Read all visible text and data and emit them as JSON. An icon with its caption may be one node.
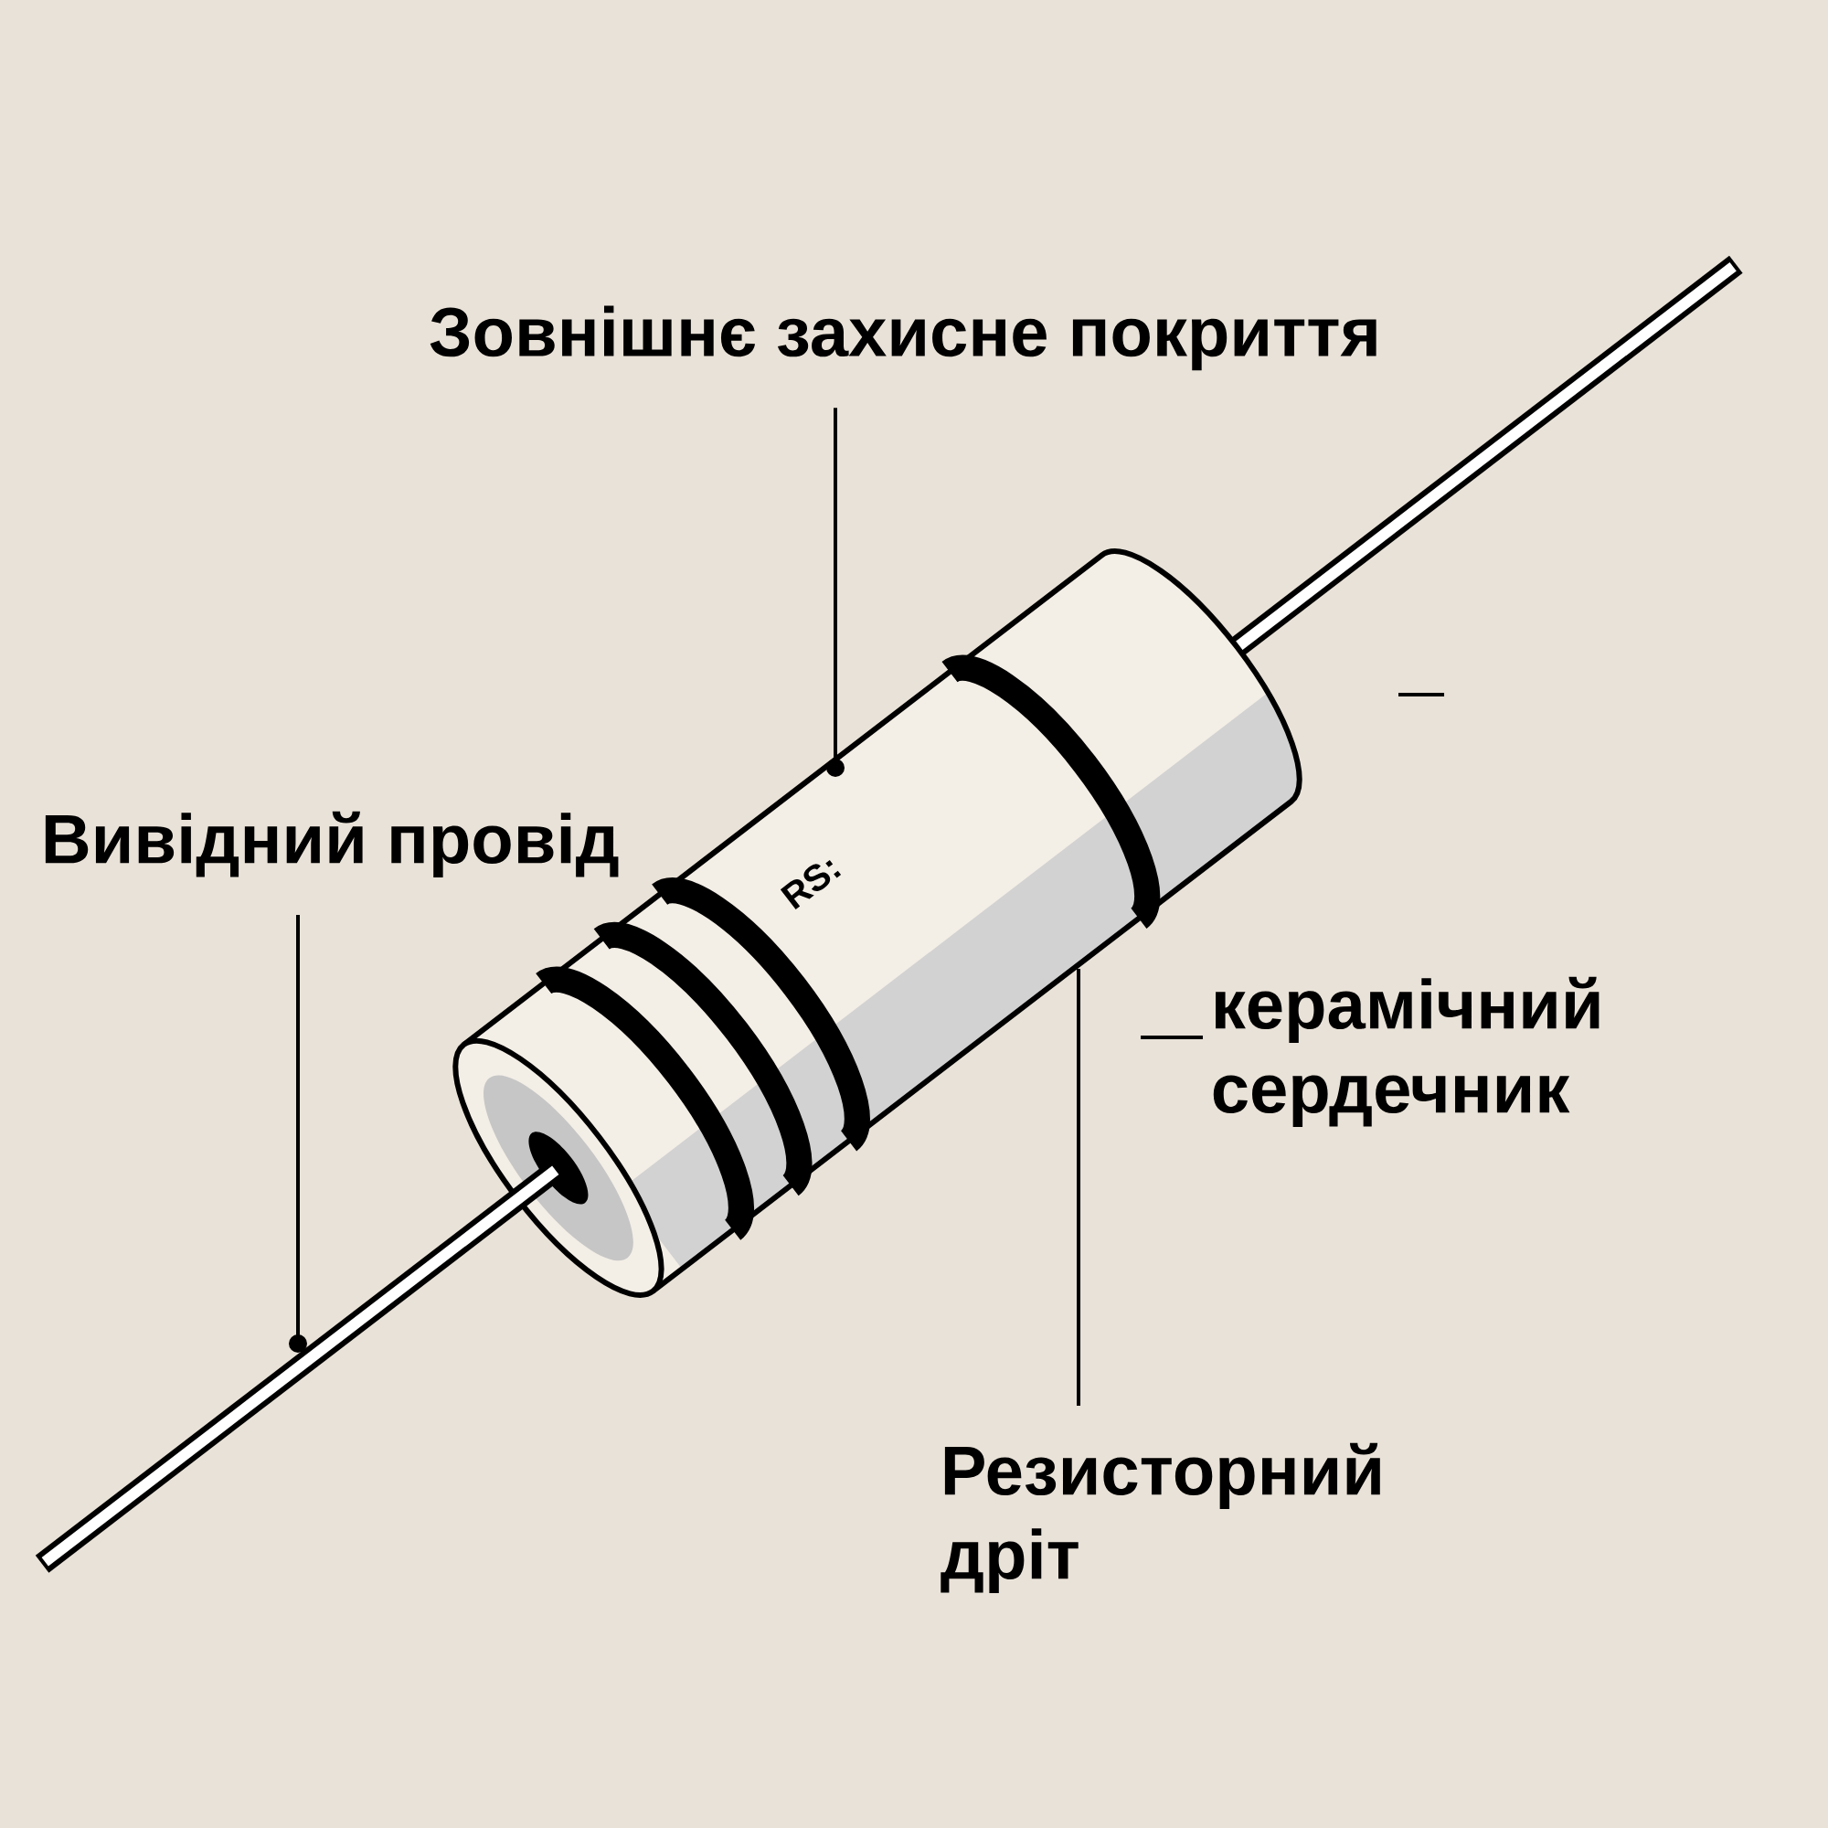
{
  "diagram": {
    "nodes": [
      {
        "text": [
          "Зовнішнє захисне покриття"
        ]
      },
      {
        "text": [
          "Вивідний провід"
        ]
      },
      {
        "text": [
          "керамічний сердечник"
        ]
      },
      {
        "text": [
          "Резисторний дріт"
        ]
      }
    ],
    "edges": [
      {
        "from": 0,
        "to": null,
        "arrow": "other"
      },
      {
        "from": 1,
        "to": null,
        "arrow": "other"
      },
      {
        "from": 2,
        "to": null,
        "arrow": "none"
      },
      {
        "from": 3,
        "to": null,
        "arrow": "none"
      }
    ],
    "labels": [
      "RS:"
    ]
  }
}
